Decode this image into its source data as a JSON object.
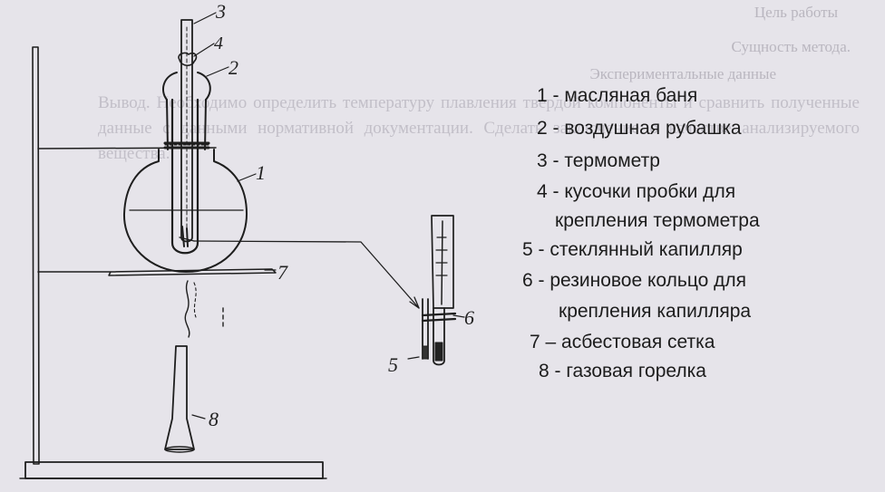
{
  "bleed_through": {
    "heading_1": "Цель работы",
    "heading_2": "Сущность метода.",
    "heading_3": "Экспериментальные данные",
    "paragraph": "Вывод. Необходимо определить температуру плавления твердой компоненты и сравнить полученные данные с данными нормативной документации. Сделать заключение о качестве анализируемого вещества."
  },
  "figure": {
    "callouts": [
      "3",
      "4",
      "2",
      "1",
      "7",
      "8",
      "6",
      "5"
    ]
  },
  "legend": {
    "items": [
      "1 -  масляная баня",
      "2 -  воздушная рубашка",
      "3 - термометр",
      "4 -  кусочки пробки для",
      "крепления термометра",
      "5 - стеклянный капилляр",
      "6 -  резиновое кольцо для",
      "крепления капилляра",
      "7 – асбестовая сетка",
      "8 - газовая горелка"
    ]
  },
  "colors": {
    "paper": "#e6e4ea",
    "ink": "#1c1c1c",
    "bleed_ink": "#bcb9c2"
  }
}
